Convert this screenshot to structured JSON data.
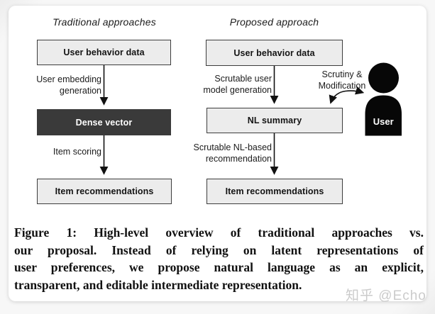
{
  "colors": {
    "box_fill": "#ececec",
    "box_border": "#3d3d3d",
    "dense_box_fill": "#3a3a3a",
    "dense_box_text": "#ffffff",
    "diagram_text": "#1b1b1b",
    "caption_text": "#111111",
    "user_silhouette": "#070707",
    "watermark_text": "#cbcbcb"
  },
  "diagram": {
    "traditional": {
      "title": "Traditional approaches",
      "input_box": "User behavior data",
      "step1_label": [
        "User embedding",
        "generation"
      ],
      "middle_box": "Dense vector",
      "step2_label": "Item scoring",
      "output_box": "Item recommendations"
    },
    "proposed": {
      "title": "Proposed approach",
      "input_box": "User behavior data",
      "step1_label": [
        "Scrutable user",
        "model generation"
      ],
      "middle_box": "NL summary",
      "step2_label": [
        "Scrutable NL-based",
        "recommendation"
      ],
      "output_box": "Item recommendations"
    },
    "user_figure": {
      "label": "User",
      "interaction_label": [
        "Scrutiny &",
        "Modification"
      ]
    }
  },
  "caption": {
    "lines": [
      "Figure 1: High-level overview of traditional approaches vs.",
      "our proposal. Instead of relying on latent representations of",
      "user preferences, we propose natural language as an explicit,",
      "transparent, and editable intermediate representation."
    ]
  },
  "watermark": "知乎 @Echo"
}
